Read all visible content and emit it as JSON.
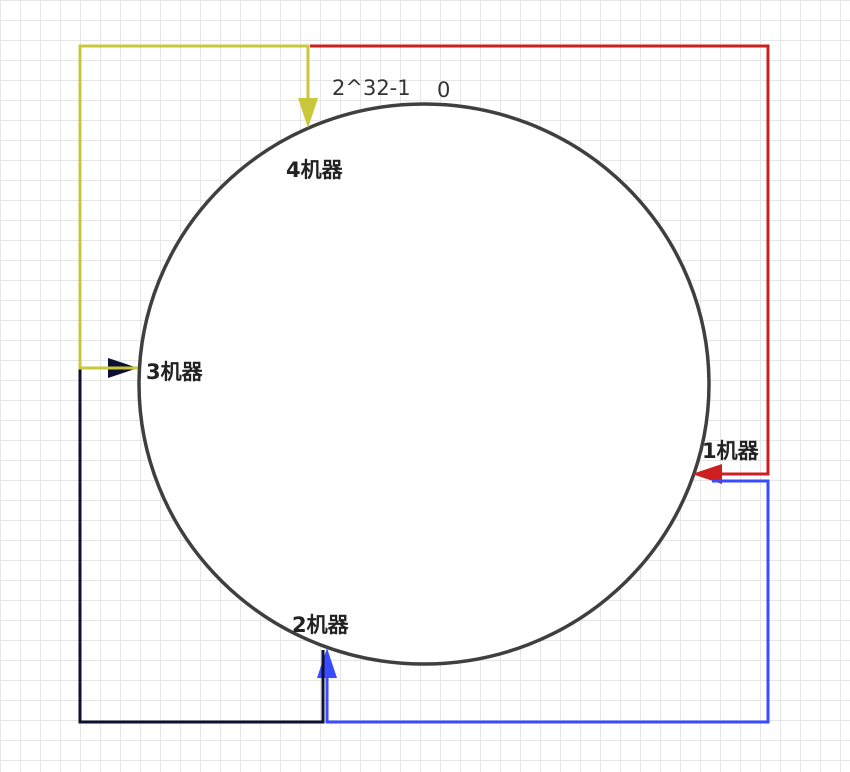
{
  "ring": {
    "top_label": "2^32-1",
    "zero_label": "0"
  },
  "nodes": [
    {
      "id": "node-1",
      "label": "1机器",
      "arrow_color": "#cc1f1f"
    },
    {
      "id": "node-2",
      "label": "2机器",
      "arrow_color": "#3a4cff"
    },
    {
      "id": "node-3",
      "label": "3机器",
      "arrow_color": "#0d1030"
    },
    {
      "id": "node-4",
      "label": "4机器",
      "arrow_color": "#c8c83a"
    }
  ],
  "colors": {
    "ring_stroke": "#3f3f3f",
    "grid": "#e6e6e6",
    "red": "#cc1f1f",
    "blue": "#3a4cff",
    "navy": "#0d1030",
    "yellow": "#c8c83a"
  }
}
